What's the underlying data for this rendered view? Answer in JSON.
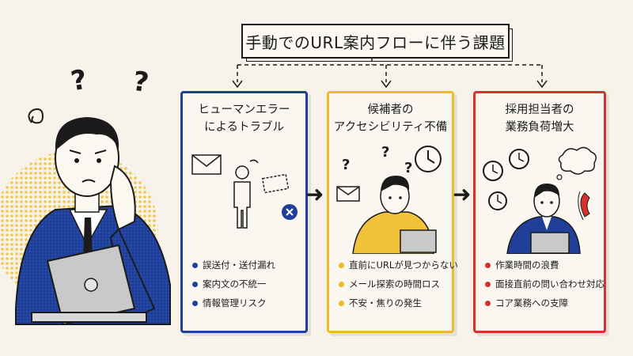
{
  "title": "手動でのURL案内フローに伴う課題",
  "colors": {
    "panel1": "#1f3f99",
    "panel2": "#f2b92a",
    "panel3": "#d9312b",
    "dot_yellow": "#f2c23a"
  },
  "panels": [
    {
      "title_lines": [
        "ヒューマンエラー",
        "によるトラブル"
      ],
      "bullets": [
        "誤送付・送付漏れ",
        "案内文の不統一",
        "情報管理リスク"
      ],
      "icons": [
        "envelope-icon",
        "person-outline-icon",
        "ticket-icon",
        "cross-icon"
      ]
    },
    {
      "title_lines": [
        "候補者の",
        "アクセシビリティ不備"
      ],
      "bullets": [
        "直前にURLが見つからない",
        "メール探索の時間ロス",
        "不安・焦りの発生"
      ],
      "icons": [
        "envelope-icon",
        "question-icon",
        "clock-icon",
        "laptop-icon"
      ]
    },
    {
      "title_lines": [
        "採用担当者の",
        "業務負荷増大"
      ],
      "bullets": [
        "作業時間の浪費",
        "面接直前の問い合わせ対応",
        "コア業務への支障"
      ],
      "icons": [
        "clock-icon",
        "thought-bubble-icon",
        "phone-icon",
        "laptop-icon"
      ]
    }
  ],
  "figure": {
    "question_marks": [
      "?",
      "?"
    ]
  }
}
